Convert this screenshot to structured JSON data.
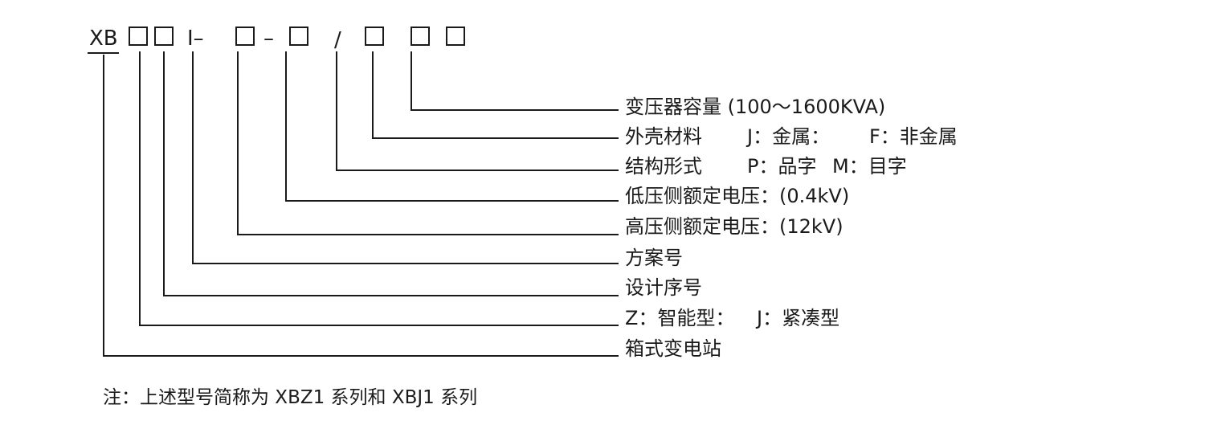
{
  "model_code": {
    "prefix": "XB",
    "scheme_mark": "I–",
    "dash": "–",
    "slash": "/"
  },
  "descriptions": [
    "变压器容量 (100～1600KVA)",
    "外壳材料",
    "结构形式",
    "低压侧额定电压：(0.4kV)",
    "高压侧额定电压：(12kV)",
    "方案号",
    "设计序号",
    "Z：智能型：",
    "箱式变电站"
  ],
  "shell_material_options": {
    "j": "J：金属：",
    "f": "F：非金属"
  },
  "structure_options": {
    "p": "P：品字",
    "m": "M：目字"
  },
  "compact_option": "J：紧凑型",
  "note": "注：上述型号简称为 XBZ1 系列和 XBJ1 系列"
}
